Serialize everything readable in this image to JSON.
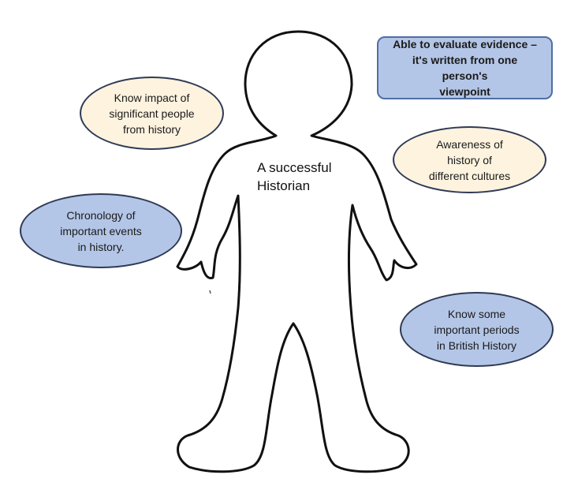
{
  "title": "A successful\nHistorian",
  "bubbles": {
    "impact": "Know impact of\nsignificant people\nfrom history",
    "evidence": "Able to evaluate evidence –\nit's written from one person's\nviewpoint",
    "cultures": "Awareness of\nhistory of\ndifferent cultures",
    "chronology": "Chronology of\nimportant events\nin history.",
    "periods": "Know some\nimportant periods\nin British History"
  },
  "colors": {
    "outline": "#111111",
    "cream_fill": "#fdf3df",
    "blue_fill": "#b4c6e7",
    "bubble_border": "#2f3a55"
  }
}
